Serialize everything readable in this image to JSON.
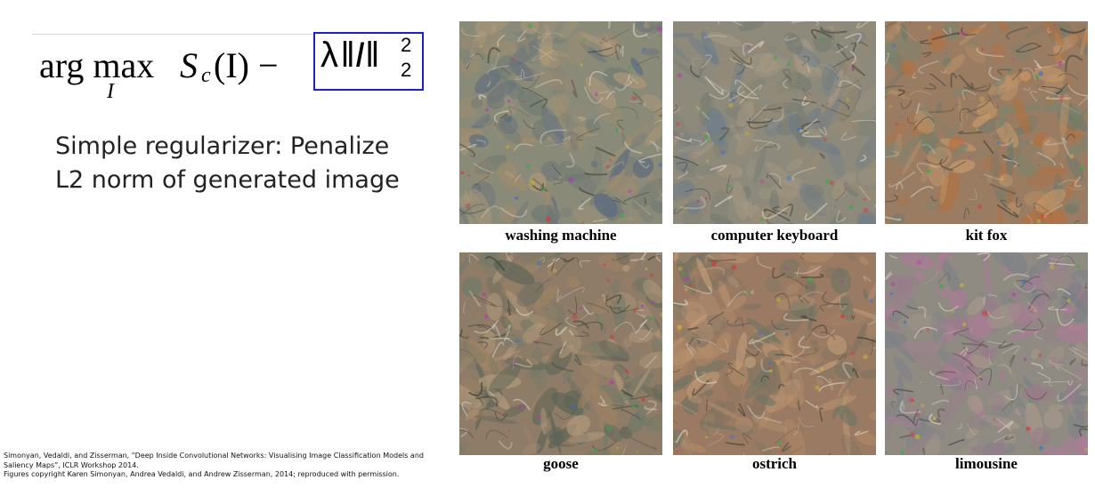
{
  "formula": {
    "argmax": "arg max",
    "argmax_sub": "I",
    "score": "S",
    "score_sub": "c",
    "score_arg": "(I) −",
    "reg_lambda": "λ",
    "reg_norm": "‖I‖",
    "reg_sup": "2",
    "reg_sub": "2"
  },
  "caption": {
    "line1": "Simple regularizer: Penalize",
    "line2": "L2 norm of generated image"
  },
  "citation": {
    "line1": "Simonyan, Vedaldi, and Zisserman, “Deep Inside Convolutional Networks: Visualising Image Classification Models and",
    "line2": "Saliency Maps”, ICLR Workshop 2014.",
    "line3": "Figures copyright Karen Simonyan, Andrea Vedaldi, and Andrew Zisserman, 2014; reproduced with permission."
  },
  "figures": [
    {
      "label": "washing machine",
      "palette": [
        "#8a8a78",
        "#6f7a74",
        "#a08c70",
        "#5b6a80",
        "#b09a7a"
      ]
    },
    {
      "label": "computer keyboard",
      "palette": [
        "#8d8a7c",
        "#777a70",
        "#a49882",
        "#6d7c8a",
        "#9a8b72"
      ]
    },
    {
      "label": "kit fox",
      "palette": [
        "#9a7c62",
        "#b6703e",
        "#7d8470",
        "#c89a6a",
        "#6e7a6c"
      ]
    },
    {
      "label": "goose",
      "palette": [
        "#8e7c68",
        "#a28464",
        "#6f7a66",
        "#b39b7c",
        "#5c6456"
      ]
    },
    {
      "label": "ostrich",
      "palette": [
        "#9a7a62",
        "#7e7260",
        "#b08a68",
        "#6d7464",
        "#c29c78"
      ]
    },
    {
      "label": "limousine",
      "palette": [
        "#8f8a82",
        "#9a7a8c",
        "#7a8088",
        "#a89a8a",
        "#b07a9a"
      ]
    }
  ]
}
